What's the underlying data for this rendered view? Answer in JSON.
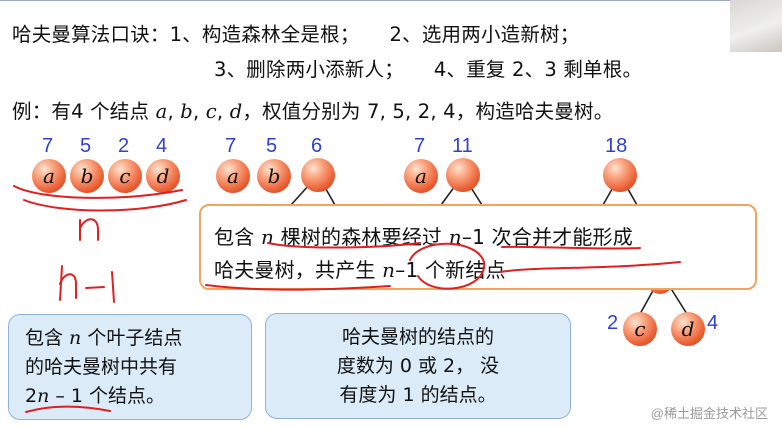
{
  "mnemonic": {
    "prefix": "哈夫曼算法口诀：",
    "step1": "1、构造森林全是根；",
    "step2": "2、选用两小造新树；",
    "step3": "3、删除两小添新人；",
    "step4": "4、重复 2、3 剩单根。"
  },
  "example": {
    "p1": "例：有4 个结点 ",
    "a": "a",
    "s1": ", ",
    "b": "b",
    "s2": ", ",
    "c": "c",
    "s3": ", ",
    "d": "d",
    "p2": "，权值分别为 7, 5, 2, 4，构造哈夫曼树。"
  },
  "forest1": {
    "w": [
      "7",
      "5",
      "2",
      "4"
    ],
    "n": [
      "a",
      "b",
      "c",
      "d"
    ]
  },
  "forest2": {
    "w": [
      "7",
      "5",
      "6"
    ],
    "n": [
      "a",
      "b"
    ]
  },
  "forest3": {
    "w": [
      "7",
      "11"
    ],
    "n": [
      "a"
    ]
  },
  "forest4": {
    "w": [
      "18"
    ],
    "leaf_w_c": "2",
    "leaf_w_d": "4",
    "leaf_c": "c",
    "leaf_d": "d"
  },
  "callout": {
    "l1a": "包含 ",
    "n": "n",
    "l1b": " 棵树的森林要经过 ",
    "nm1": "n",
    "l1c": "–1 次合并才能形成",
    "l2a": "哈夫曼树，共产生 ",
    "nm2": "n",
    "l2b": "–1 个新结点"
  },
  "box_left": {
    "l1a": "包含 ",
    "n": "n",
    "l1b": " 个叶子结点",
    "l2": "的哈夫曼树中共有",
    "l3a": "2",
    "n2": "n",
    "l3b": " – 1 个结点。"
  },
  "box_right": {
    "l1": "哈夫曼树的结点的",
    "l2": "度数为 0 或 2， 没",
    "l3": "有度为 1 的结点。"
  },
  "watermark": "@稀土掘金技术社区",
  "colors": {
    "weight": "#2f3fd0",
    "node": "#e8562b",
    "ink": "#e02020",
    "callout_border": "#f2a45f",
    "box_fill": "#dcebf8"
  }
}
